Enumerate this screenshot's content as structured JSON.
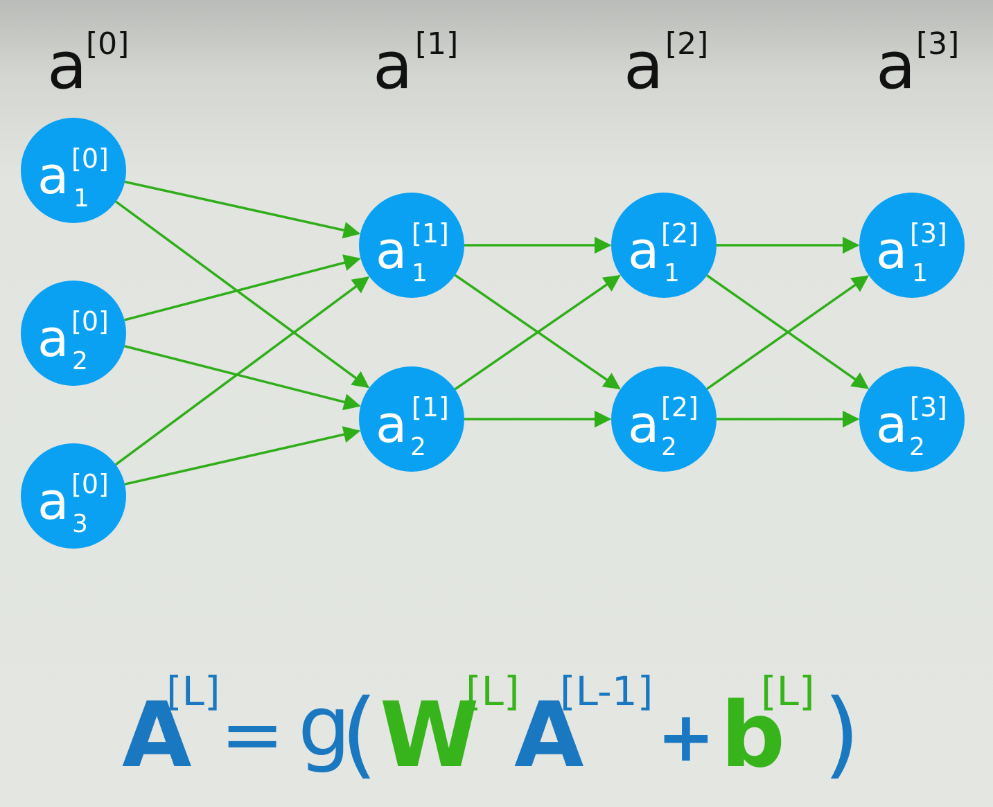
{
  "layers": [
    {
      "base": "a",
      "sup": "[0]"
    },
    {
      "base": "a",
      "sup": "[1]"
    },
    {
      "base": "a",
      "sup": "[2]"
    },
    {
      "base": "a",
      "sup": "[3]"
    }
  ],
  "nodes": [
    {
      "id": "n01",
      "base": "a",
      "sup": "[0]",
      "sub": "1"
    },
    {
      "id": "n02",
      "base": "a",
      "sup": "[0]",
      "sub": "2"
    },
    {
      "id": "n03",
      "base": "a",
      "sup": "[0]",
      "sub": "3"
    },
    {
      "id": "n11",
      "base": "a",
      "sup": "[1]",
      "sub": "1"
    },
    {
      "id": "n12",
      "base": "a",
      "sup": "[1]",
      "sub": "2"
    },
    {
      "id": "n21",
      "base": "a",
      "sup": "[2]",
      "sub": "1"
    },
    {
      "id": "n22",
      "base": "a",
      "sup": "[2]",
      "sub": "2"
    },
    {
      "id": "n31",
      "base": "a",
      "sup": "[3]",
      "sub": "1"
    },
    {
      "id": "n32",
      "base": "a",
      "sup": "[3]",
      "sub": "2"
    }
  ],
  "edges": [
    [
      "n01",
      "n11"
    ],
    [
      "n01",
      "n12"
    ],
    [
      "n02",
      "n11"
    ],
    [
      "n02",
      "n12"
    ],
    [
      "n03",
      "n11"
    ],
    [
      "n03",
      "n12"
    ],
    [
      "n11",
      "n21"
    ],
    [
      "n11",
      "n22"
    ],
    [
      "n12",
      "n21"
    ],
    [
      "n12",
      "n22"
    ],
    [
      "n21",
      "n31"
    ],
    [
      "n21",
      "n32"
    ],
    [
      "n22",
      "n31"
    ],
    [
      "n22",
      "n32"
    ]
  ],
  "formula": {
    "A1": "A",
    "A1_sup": "[L]",
    "eq": "=",
    "g": "g",
    "lparen": "(",
    "W": "W",
    "W_sup": "[L]",
    "A2": "A",
    "A2_sup": "[L-1]",
    "plus": "+",
    "b": "b",
    "b_sup": "[L]",
    "rparen": ")"
  },
  "colors": {
    "node_fill": "#0aa1f3",
    "node_text": "#ffffff",
    "edge": "#2fae1a",
    "formula_blue": "#1a78c1",
    "formula_green": "#37b31c",
    "header_text": "#111111"
  }
}
